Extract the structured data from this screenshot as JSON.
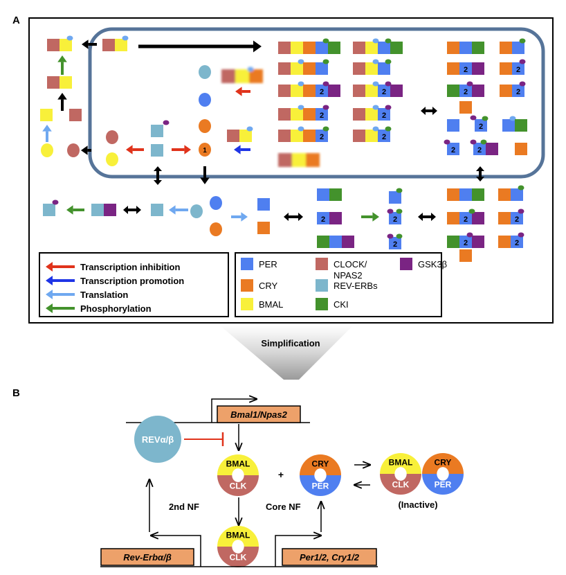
{
  "panel_a": {
    "label": "A",
    "legend_arrows": [
      {
        "text": "Transcription inhibition",
        "color": "#e0331b"
      },
      {
        "text": "Transcription promotion",
        "color": "#1f35e6"
      },
      {
        "text": "Translation",
        "color": "#6fa8f0"
      },
      {
        "text": "Phosphorylation",
        "color": "#43922c"
      }
    ],
    "legend_species": [
      {
        "text": "PER",
        "color": "#4f7ff0"
      },
      {
        "text": "CRY",
        "color": "#ea7a22"
      },
      {
        "text": "BMAL",
        "color": "#f8f03a"
      },
      {
        "text": "CLOCK/",
        "text2": "NPAS2",
        "color": "#c06862"
      },
      {
        "text": "REV-ERBs",
        "color": "#7db6cc"
      },
      {
        "text": "CKI",
        "color": "#43922c"
      },
      {
        "text": "GSK3β",
        "color": "#7a2483"
      }
    ],
    "number_marks": {
      "one": "1",
      "two": "2"
    }
  },
  "simplification_label": "Simplification",
  "panel_b": {
    "label": "B",
    "genes": {
      "bmal_gene": "Bmal1/Npas2",
      "rev_gene": "Rev-Erbα/β",
      "per_gene": "Per1/2, Cry1/2"
    },
    "rev_protein": "REVα/β",
    "bmal": "BMAL",
    "clk": "CLK",
    "cry": "CRY",
    "per": "PER",
    "plus": "+",
    "second_nf": "2nd NF",
    "core_nf": "Core NF",
    "inactive": "(Inactive)"
  },
  "colors": {
    "per": "#4f7ff0",
    "cry": "#ea7a22",
    "bmal": "#f8f03a",
    "clock": "#c06862",
    "rev": "#7db6cc",
    "cki": "#43922c",
    "gsk": "#7a2483",
    "gene": "#eda16a",
    "cell": "#567499",
    "inhibit": "#e0331b",
    "promote": "#1f35e6",
    "translate": "#6fa8f0"
  }
}
